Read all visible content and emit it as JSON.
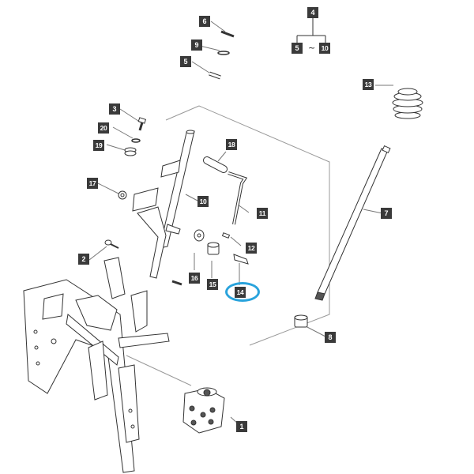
{
  "callouts": {
    "c1": "1",
    "c2": "2",
    "c3": "3",
    "c4": "4",
    "c5a": "5",
    "c5b": "5",
    "c6": "6",
    "c7": "7",
    "c8": "8",
    "c9": "9",
    "c10a": "10",
    "c10b": "10",
    "c11": "11",
    "c12": "12",
    "c13": "13",
    "c14": "14",
    "c15": "15",
    "c16": "16",
    "c17": "17",
    "c18": "18",
    "c19": "19",
    "c20": "20"
  },
  "range_separator": "~",
  "highlighted_part": "14",
  "colors": {
    "highlight": "#29a3dc",
    "callout_bg": "#3a3a3a",
    "line": "#333333"
  }
}
